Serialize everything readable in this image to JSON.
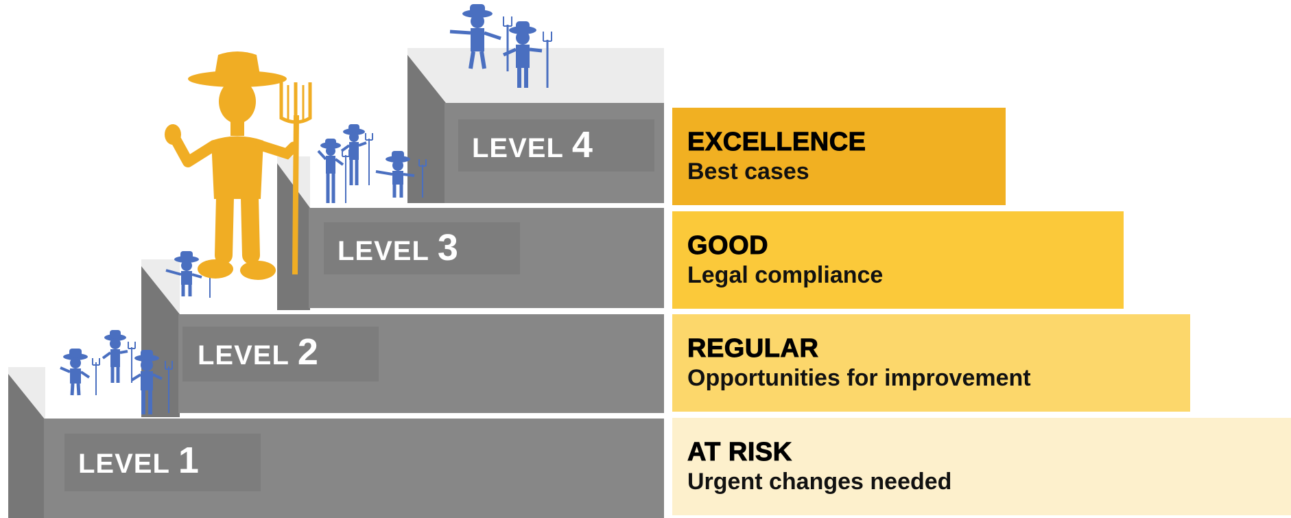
{
  "colors": {
    "riser": "#878787",
    "riser_side": "#7a7a7a",
    "tread": "#ececec",
    "label_panel": "#7d7d7d",
    "farmer_big": "#f0ad24",
    "farmer_small": "#4a6fc0"
  },
  "steps": [
    {
      "word": "LEVEL",
      "number": "1"
    },
    {
      "word": "LEVEL",
      "number": "2"
    },
    {
      "word": "LEVEL",
      "number": "3"
    },
    {
      "word": "LEVEL",
      "number": "4"
    }
  ],
  "bands": [
    {
      "title": "EXCELLENCE",
      "description": "Best cases",
      "color": "#f1b022"
    },
    {
      "title": "GOOD",
      "description": "Legal compliance",
      "color": "#fbc93a"
    },
    {
      "title": "REGULAR",
      "description": "Opportunities for improvement",
      "color": "#fcd76b"
    },
    {
      "title": "AT RISK",
      "description": "Urgent changes needed",
      "color": "#fdf0cc"
    }
  ]
}
